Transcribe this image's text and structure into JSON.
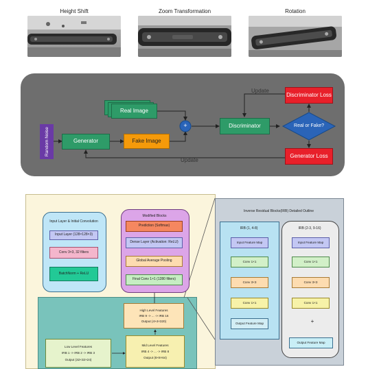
{
  "photos": {
    "titles": [
      "Height Shift",
      "Zoom Transformation",
      "Rotation"
    ]
  },
  "gan": {
    "random_noise": "Random Noise",
    "generator": "Generator",
    "fake_image": "Fake Image",
    "real_image": "Real Image",
    "plus": "+",
    "discriminator": "Discriminator",
    "decision": "Real or Fake?",
    "disc_loss": "Discriminator Loss",
    "gen_loss": "Generator Loss",
    "update_top": "Update",
    "update_bottom": "Update",
    "colors": {
      "panel": "#6e6e6e",
      "green": "#2e9b68",
      "orange": "#f59a0a",
      "red": "#e8202a",
      "blue": "#2a64b8",
      "purple": "#6a3aa6"
    }
  },
  "arch": {
    "input_group": {
      "title": "Input Layer & Initial Convolution",
      "items": [
        "Input Layer (128×128×3)",
        "Conv 3×3, 32 filters",
        "BatchNorm + ReLU"
      ]
    },
    "modified": {
      "title": "Modified Blocks",
      "items": [
        "Prediction (Softmax)",
        "Dense Layer (Activation: ReLU)",
        "Global Average Pooling",
        "Final Conv 1×1 (1280 filters)"
      ]
    },
    "high": {
      "title": "High Level Features",
      "l1": "IRB 9 -> ... -> IRB 16",
      "l2": "Output (4×4×320)"
    },
    "low": {
      "title": "Low Level Features",
      "l1": "IRB 1 -> IRB 2 -> IRB 3",
      "l2": "Output (32×32×24)"
    },
    "mid": {
      "title": "Mid Level Features",
      "l1": "IRB 4 -> ... -> IRB 8",
      "l2": "Output (8×8×64)"
    },
    "irb": {
      "title": "Inverse Residual Blocks(IRB) Detailed Outline",
      "left": {
        "title": "IRB (1, 4-8)",
        "items": [
          "Input Feature Map",
          "Conv 1×1",
          "Conv 3×3",
          "Conv 1×1",
          "Output Feature Map"
        ]
      },
      "right": {
        "title": "IRB (2-3, 9-16)",
        "items": [
          "Input Feature Map",
          "Conv 1×1",
          "Conv 3×3",
          "Conv 1×1",
          "Output Feature Map"
        ],
        "plus": "+"
      }
    }
  }
}
